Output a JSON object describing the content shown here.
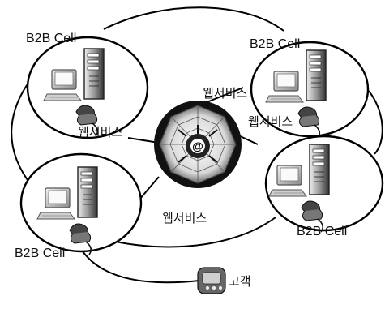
{
  "diagram": {
    "cells": [
      {
        "id": "cell-top-left",
        "label": "B2B Cell"
      },
      {
        "id": "cell-top-right",
        "label": "B2B Cell"
      },
      {
        "id": "cell-bottom-right",
        "label": "B2B Cell"
      },
      {
        "id": "cell-bottom-left",
        "label": "B2B Cell"
      }
    ],
    "hub": {
      "icon": "web-globe-icon"
    },
    "link_labels": [
      "웹서비스",
      "웹서비스",
      "웹서비스",
      "웹서비스"
    ],
    "customer": {
      "label": "고객",
      "icon": "telephone-icon"
    }
  }
}
